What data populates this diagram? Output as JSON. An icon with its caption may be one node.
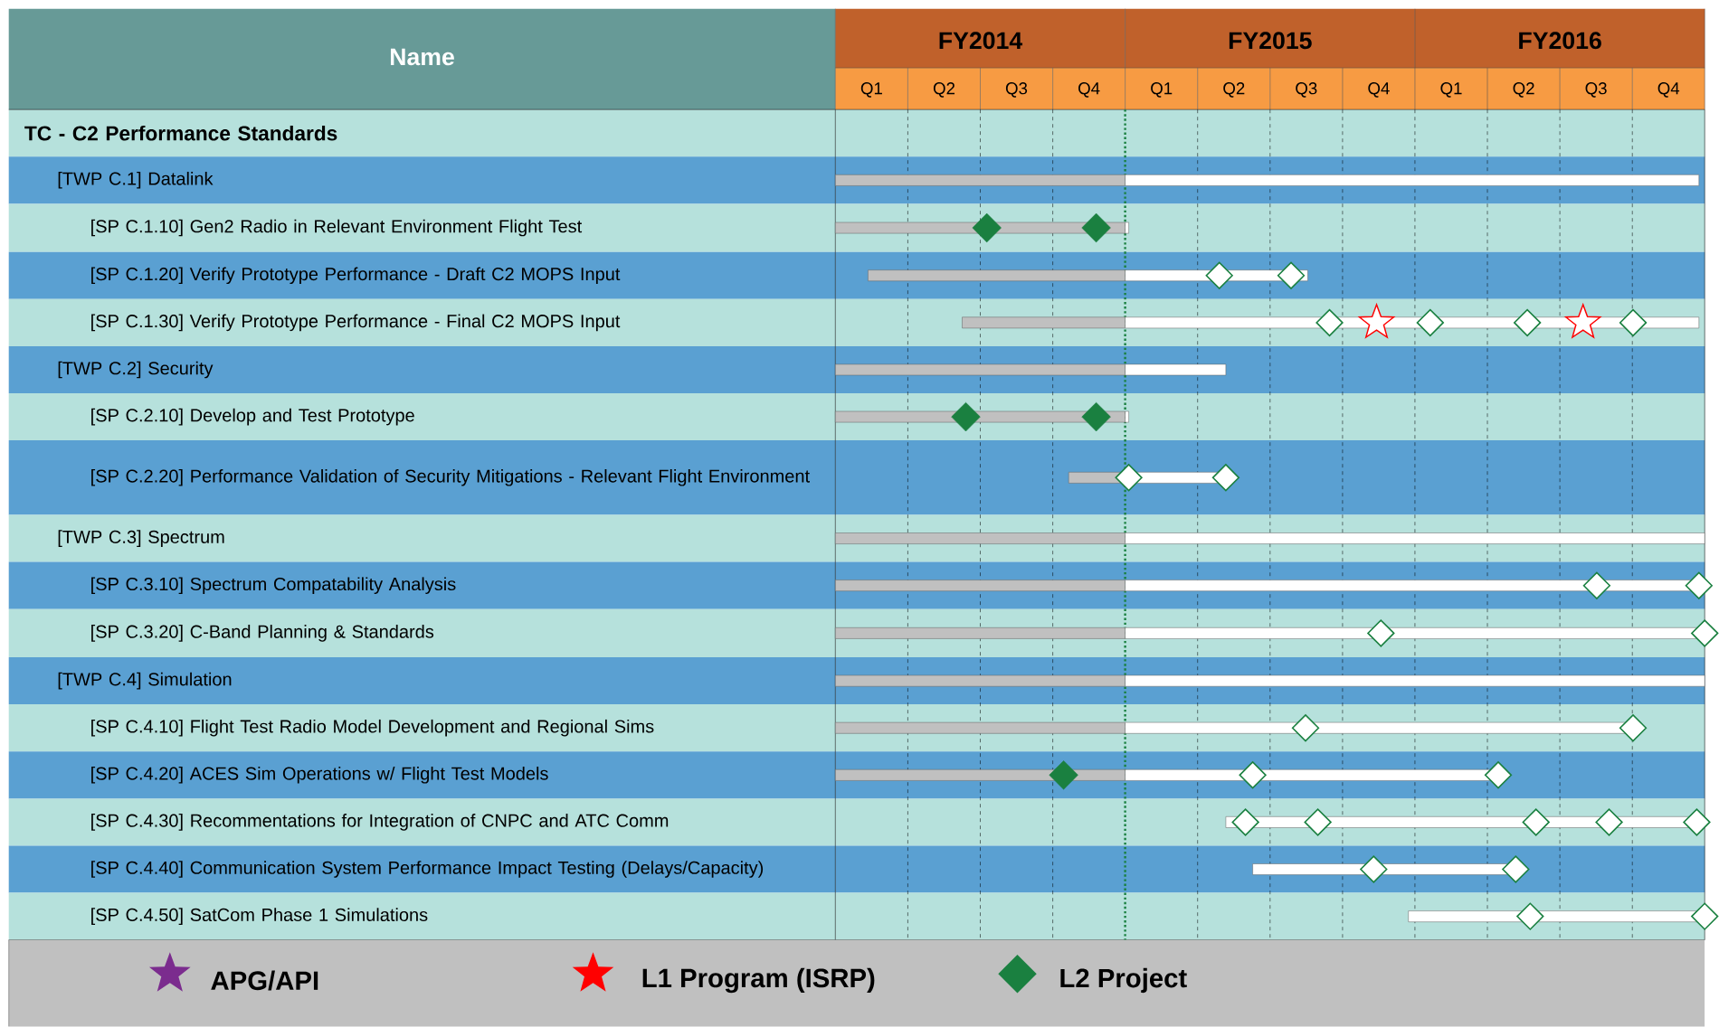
{
  "diagram": {
    "nodes": [
      {
        "text": [
          "TC - C2 Performance Standards"
        ]
      },
      {
        "text": [
          "[TWP C.1] Datalink"
        ]
      },
      {
        "text": [
          "[SP C.1.10] Gen2 Radio in Relevant Environment Flight Test"
        ]
      },
      {
        "text": [
          "[SP C.1.20] Verify Prototype Performance - Draft C2 MOPS Input"
        ]
      },
      {
        "text": [
          "[SP C.1.30] Verify Prototype Performance - Final C2 MOPS Input"
        ]
      },
      {
        "text": [
          "[TWP C.2] Security"
        ]
      },
      {
        "text": [
          "[SP C.2.10] Develop and Test Prototype"
        ]
      },
      {
        "text": [
          "[SP C.2.20] Performance Validation of Security Mitigations - Relevant Flight Environment"
        ]
      },
      {
        "text": [
          "[TWP C.3] Spectrum"
        ]
      },
      {
        "text": [
          "[SP C.3.10] Spectrum Compatability Analysis"
        ]
      },
      {
        "text": [
          "[SP C.3.20] C-Band Planning & Standards"
        ]
      },
      {
        "text": [
          "[TWP C.4] Simulation"
        ]
      },
      {
        "text": [
          "[SP C.4.10] Flight Test Radio Model Development and Regional Sims"
        ]
      },
      {
        "text": [
          "[SP C.4.20] ACES Sim Operations w/ Flight Test Models"
        ]
      },
      {
        "text": [
          "[SP C.4.30] Recommentations for Integration of CNPC and ATC Comm"
        ]
      },
      {
        "text": [
          "[SP C.4.40] Communication System Performance Impact Testing (Delays/Capacity)"
        ]
      },
      {
        "text": [
          "[SP C.4.50] SatCom Phase 1 Simulations"
        ]
      }
    ],
    "labels": [
      "Name",
      "FY2014",
      "FY2015",
      "FY2016",
      "Q1",
      "Q2",
      "Q3",
      "Q4",
      "Q1",
      "Q2",
      "Q3",
      "Q4",
      "Q1",
      "Q2",
      "Q3",
      "Q4"
    ],
    "legend": [
      {
        "text": "APG/API"
      },
      {
        "text": "L1 Program (ISRP)"
      },
      {
        "text": "L2 Project"
      }
    ]
  }
}
